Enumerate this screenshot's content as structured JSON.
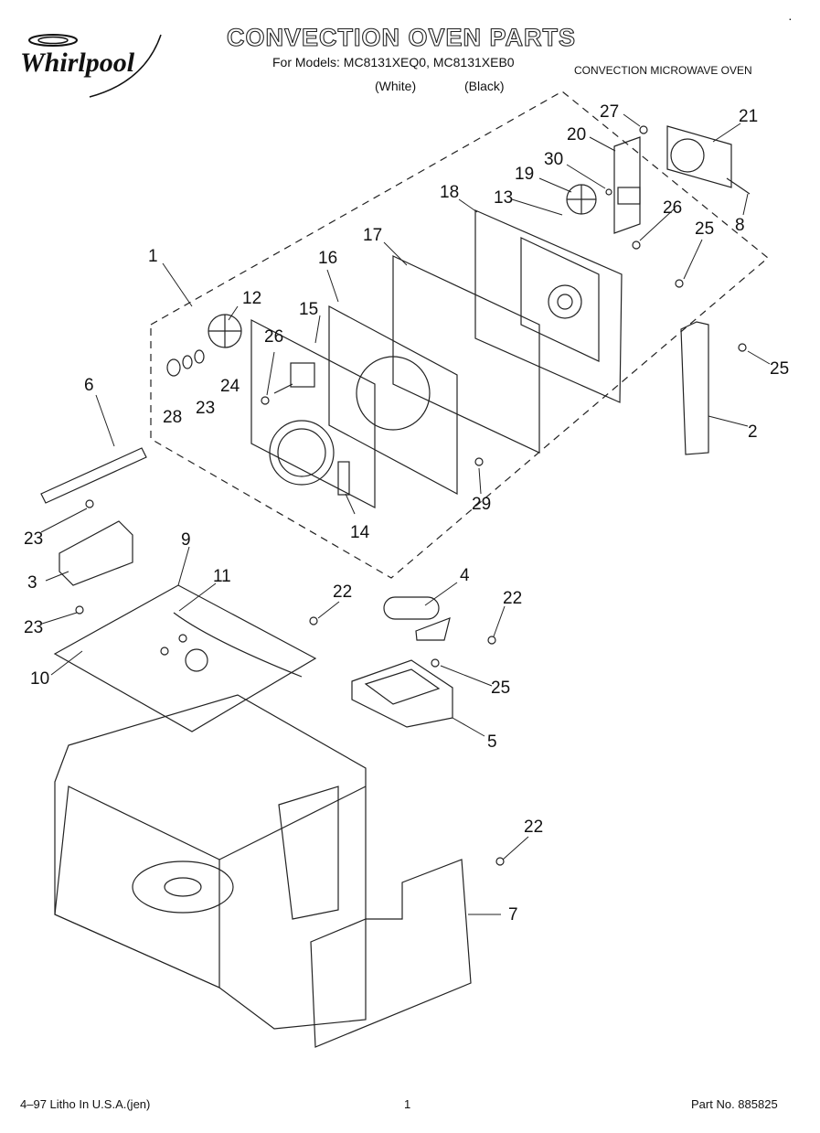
{
  "header": {
    "brand": "Whirlpool",
    "title": "CONVECTION OVEN PARTS",
    "models_line": "For Models: MC8131XEQ0, MC8131XEB0",
    "variant_white": "(White)",
    "variant_black": "(Black)",
    "subtitle": "CONVECTION MICROWAVE OVEN",
    "corner_mark": "·"
  },
  "callouts": [
    "1",
    "2",
    "3",
    "4",
    "5",
    "6",
    "7",
    "8",
    "9",
    "10",
    "11",
    "12",
    "13",
    "14",
    "15",
    "16",
    "17",
    "18",
    "19",
    "20",
    "21",
    "22",
    "22",
    "22",
    "23",
    "23",
    "23",
    "24",
    "25",
    "25",
    "25",
    "26",
    "26",
    "27",
    "28",
    "29",
    "30"
  ],
  "footer": {
    "litho": "4–97 Litho In U.S.A.(jen)",
    "page": "1",
    "part_no": "Part No. 885825"
  }
}
